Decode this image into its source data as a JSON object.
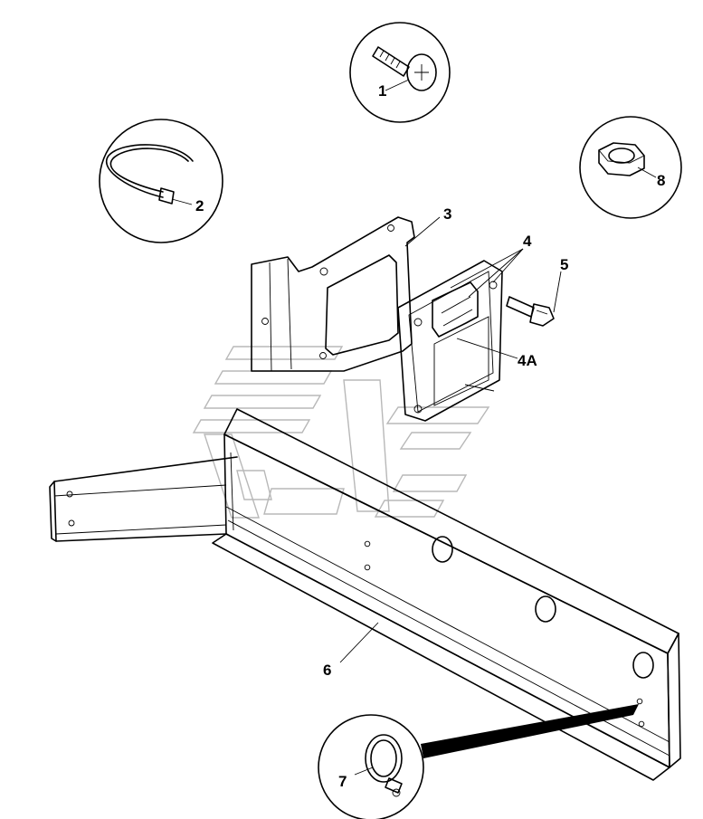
{
  "callouts": {
    "c1": "1",
    "c2": "2",
    "c3": "3",
    "c4": "4",
    "c4a": "4A",
    "c5": "5",
    "c6": "6",
    "c7": "7",
    "c8": "8"
  },
  "parts": [
    {
      "ref": "1",
      "icon": "screw-icon"
    },
    {
      "ref": "2",
      "icon": "cable-tie-icon"
    },
    {
      "ref": "3",
      "icon": "bracket-icon"
    },
    {
      "ref": "4",
      "icon": "module-icon"
    },
    {
      "ref": "4A",
      "icon": "clip-icon"
    },
    {
      "ref": "5",
      "icon": "bolt-icon"
    },
    {
      "ref": "6",
      "icon": "frame-rail-icon"
    },
    {
      "ref": "7",
      "icon": "hose-clamp-icon"
    },
    {
      "ref": "8",
      "icon": "hex-nut-icon"
    }
  ]
}
